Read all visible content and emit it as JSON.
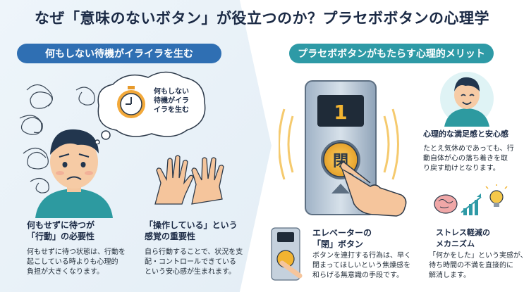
{
  "title": "なぜ「意味のないボタン」が役立つのか？プラセボボタンの心理学",
  "left": {
    "header": "何もしない待機がイライラを生む",
    "bubble_text": "何もしない\n待機がイラ\nイラを生む",
    "sections": [
      {
        "heading": "何もせずに待つが\n「行動」の必要性",
        "body": "何もせずに待つ状態は、行動を\n起こしている時よりも心理的\n負担が大きくなります。"
      },
      {
        "heading": "「操作している」という\n感覚の重要性",
        "body": "自ら行動することで、状況を支\n配・コントロールできている\nという安心感が生まれます。"
      }
    ]
  },
  "right": {
    "header": "プラセボボタンがもたらす心理的メリット",
    "elevator_display": "1",
    "button_char": "閉",
    "sections": [
      {
        "heading": "心理的な満足感と安心感",
        "body": "たとえ気休めであっても、行\n動自体が心の落ち着きを取\nり戻す助けとなります。"
      },
      {
        "heading": "エレベーターの\n「閉」ボタン",
        "body": "ボタンを連打する行為は、早く\n閉まってほしいという焦燥感を\n和らげる無意識の手段です。"
      },
      {
        "heading": "ストレス軽減の\nメカニズム",
        "body": "「何かをした」という実感が、\n待ち時間の不満を直接的に\n解消します。"
      }
    ]
  },
  "colors": {
    "left_accent": "#2f6fb3",
    "right_accent": "#2e9aa6",
    "button_gold": "#f2b431",
    "panel_silver": "#b9c7d6"
  },
  "icons": [
    "clock-icon",
    "stress-scribble-icon",
    "worried-person-icon",
    "hands-icon",
    "elevator-panel-icon",
    "pointing-hand-icon",
    "happy-person-icon",
    "brain-icon",
    "lightbulb-icon",
    "growth-bars-icon"
  ]
}
